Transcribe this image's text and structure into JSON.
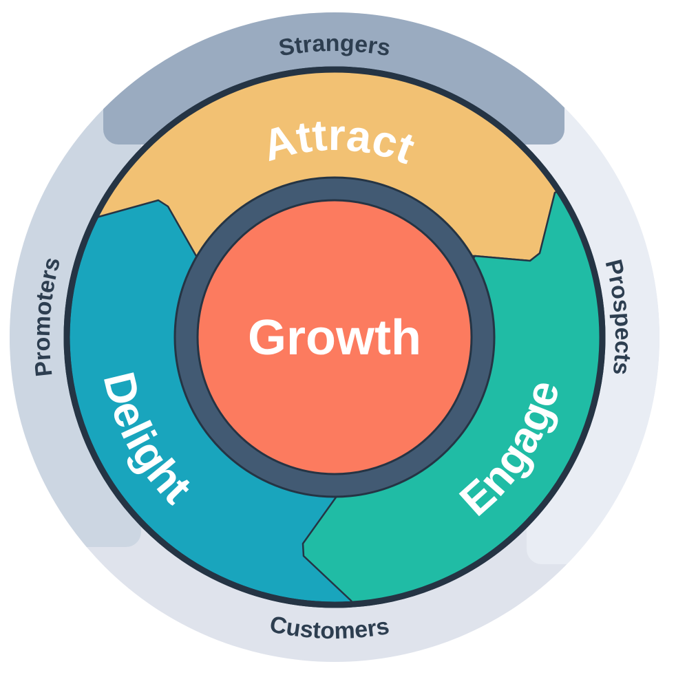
{
  "center": {
    "label": "Growth"
  },
  "stages": [
    {
      "label": "Attract",
      "color": "#f2c173"
    },
    {
      "label": "Engage",
      "color": "#20bca5"
    },
    {
      "label": "Delight",
      "color": "#19a5bd"
    }
  ],
  "audiences": [
    {
      "label": "Strangers",
      "color": "#9aabc0"
    },
    {
      "label": "Prospects",
      "color": "#e9edf4"
    },
    {
      "label": "Customers",
      "color": "#dfe3ec"
    },
    {
      "label": "Promoters",
      "color": "#ccd6e2"
    }
  ],
  "colors": {
    "outline": "#253444",
    "hub_ring": "#425a73",
    "hub": "#fc7b5f",
    "text_dark": "#2d3e50"
  }
}
